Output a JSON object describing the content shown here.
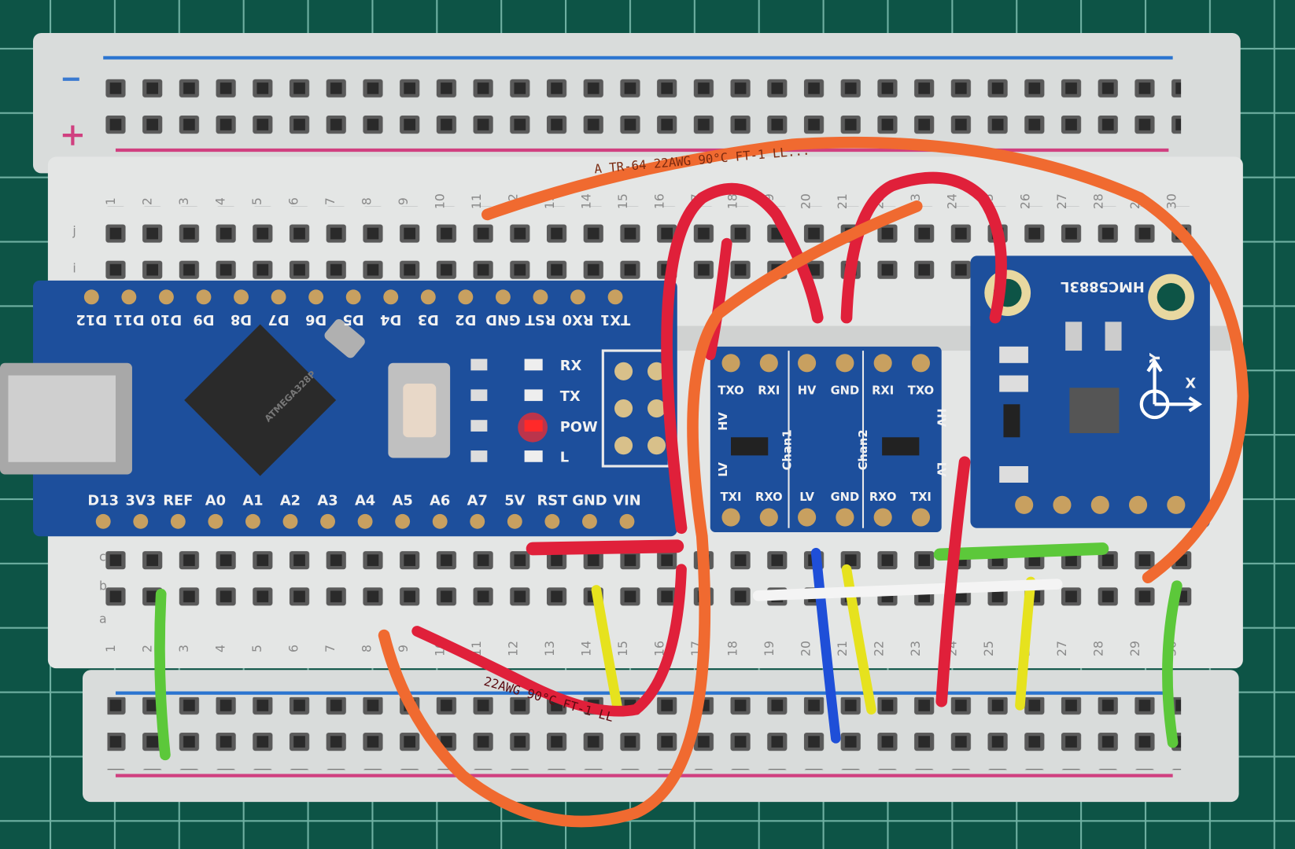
{
  "scene": "breadboard-circuit",
  "colors": {
    "mat": "#0d5446",
    "mat_grid": "#6fb0a2",
    "board_pcb": "#1d4f9c",
    "wire_orange": "#f06a30",
    "wire_red": "#e0203a",
    "wire_green": "#5cc83a",
    "wire_yellow": "#e6e21e",
    "wire_blue": "#1f4fd8",
    "wire_white": "#f4f4f4",
    "led_power": "#ff2a2a"
  },
  "arduino": {
    "top_pins": [
      "TX1",
      "RX0",
      "RST",
      "GND",
      "D2",
      "D3",
      "D4",
      "D5",
      "D6",
      "D7",
      "D8",
      "D9",
      "D10",
      "D11",
      "D12"
    ],
    "bottom_pins": [
      "D13",
      "3V3",
      "REF",
      "A0",
      "A1",
      "A2",
      "A3",
      "A4",
      "A5",
      "A6",
      "A7",
      "5V",
      "RST",
      "GND",
      "VIN"
    ],
    "leds": [
      "RX",
      "TX",
      "POW",
      "L"
    ],
    "chip_text": "ATMEGA328P"
  },
  "level_shifter": {
    "top_pins": [
      "TXO",
      "RXI",
      "HV",
      "GND",
      "RXI",
      "TXO"
    ],
    "bottom_pins": [
      "TXI",
      "RXO",
      "LV",
      "GND",
      "RXO",
      "TXI"
    ],
    "channels": [
      "Chan1",
      "Chan2"
    ],
    "side_labels": [
      "HV",
      "LV",
      "HV",
      "LV"
    ]
  },
  "magnetometer": {
    "name": "HMC5883L",
    "axes": [
      "Y",
      "X"
    ]
  },
  "wire_print": "A  TR-64  22AWG  90°C  FT-1  LL...",
  "wire_print_2": "22AWG  90°C  FT-1  LL",
  "breadboard": {
    "rows_top": [
      "j",
      "i"
    ],
    "rows_bottom": [
      "c",
      "b",
      "a"
    ]
  }
}
